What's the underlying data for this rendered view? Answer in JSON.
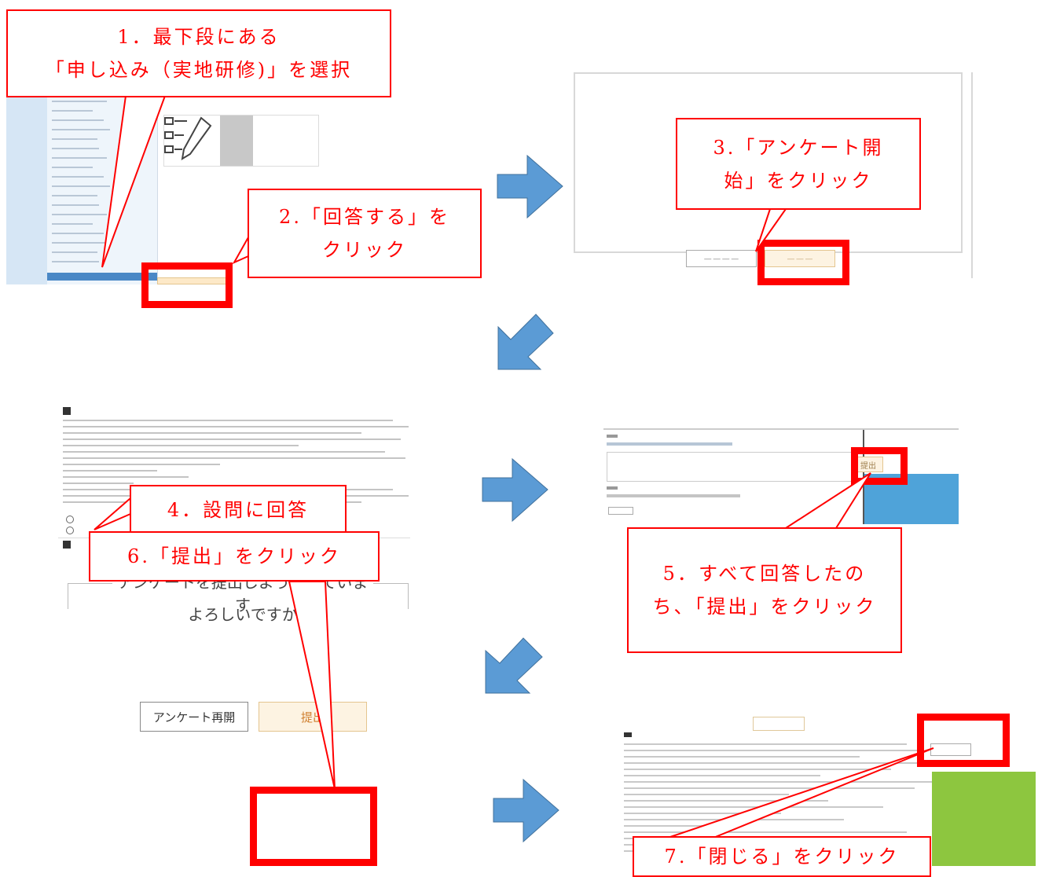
{
  "colors": {
    "accent_red": "#ff0000",
    "arrow_blue": "#5b9bd5",
    "green": "#8dc63f",
    "blue_panel": "#4fa3d9"
  },
  "callouts": {
    "step1": {
      "line1": "1．最下段にある",
      "line2": "「申し込み（実地研修)」を選択"
    },
    "step2": {
      "line1": "2.「回答する」を",
      "line2": "クリック"
    },
    "step3": {
      "line1": "3.「アンケート開",
      "line2": "始」をクリック"
    },
    "step4": {
      "line1": "4．設問に回答"
    },
    "step5": {
      "line1": "5．すべて回答したの",
      "line2": "ち、「提出」をクリック"
    },
    "step6": {
      "line1": "6.「提出」をクリック"
    },
    "step7": {
      "line1": "7.「閉じる」をクリック"
    }
  },
  "shot6": {
    "confirm_line1": "アンケートを提出しようとしています",
    "confirm_line2": "よろしいですか",
    "reopen_label": "アンケート再開",
    "submit_label": "提出"
  },
  "shot5": {
    "submit_label": "提出"
  },
  "icons": [
    "arrow-right-icon",
    "arrow-down-left-icon",
    "checklist-icon"
  ]
}
